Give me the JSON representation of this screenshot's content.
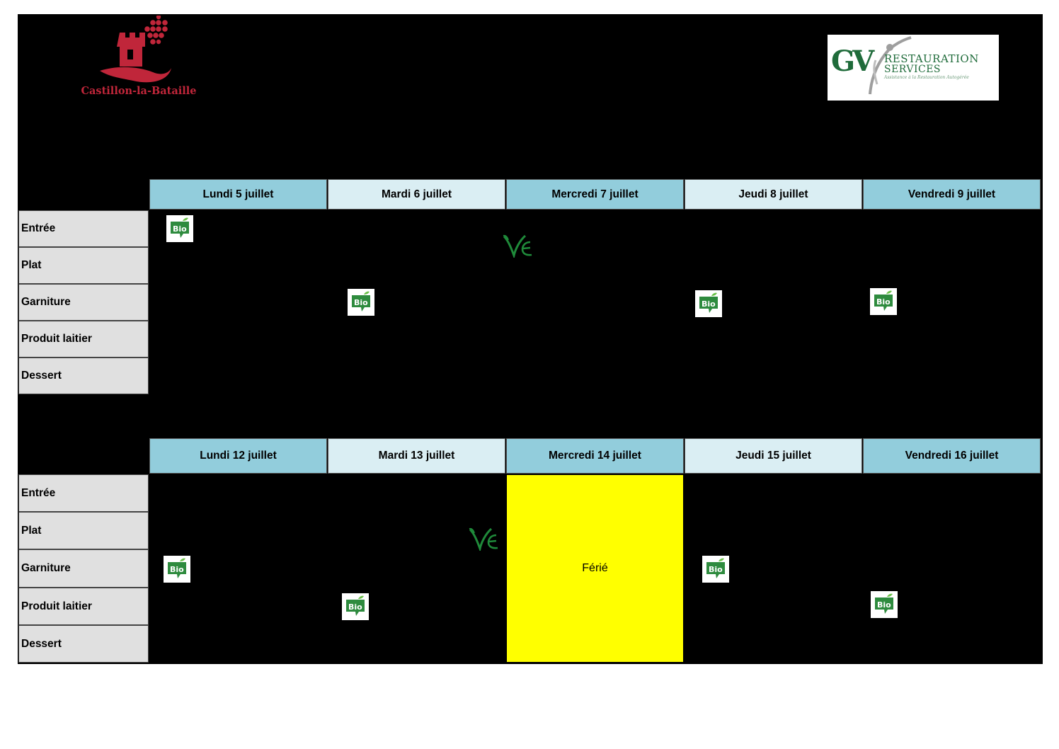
{
  "logos": {
    "castillon_caption": "Castillon-la-Bataille",
    "gv_letters": "GV",
    "gv_line1": "RESTAURATION",
    "gv_line2": "SERVICES",
    "gv_tagline": "Assistance à la Restauration Autogérée"
  },
  "icons": {
    "bio": "bio-label-icon",
    "vegetarian": "vegetarian-leaf-icon"
  },
  "colors": {
    "header_dark": "#92cddc",
    "header_light": "#daeef3",
    "row_label_bg": "#e0e0e0",
    "holiday_bg": "#ffff00",
    "logo_red": "#c0263a",
    "logo_green": "#1f6b3a"
  },
  "row_labels": [
    "Entrée",
    "Plat",
    "Garniture",
    "Produit laitier",
    "Dessert"
  ],
  "week1": {
    "days": [
      "Lundi 5 juillet",
      "Mardi 6 juillet",
      "Mercredi 7 juillet",
      "Jeudi 8 juillet",
      "Vendredi 9 juillet"
    ]
  },
  "week2": {
    "days": [
      "Lundi 12 juillet",
      "Mardi 13 juillet",
      "Mercredi 14 juillet",
      "Jeudi 15 juillet",
      "Vendredi 16 juillet"
    ],
    "holiday_label": "Férié"
  }
}
